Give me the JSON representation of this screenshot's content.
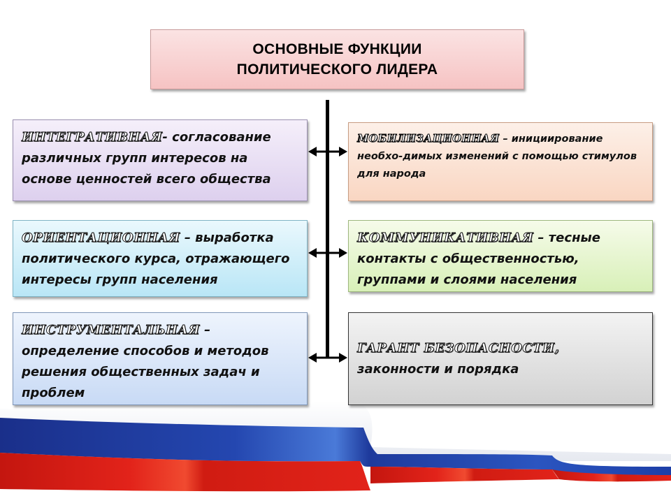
{
  "title": {
    "line1": "ОСНОВНЫЕ ФУНКЦИИ",
    "line2": "ПОЛИТИЧЕСКОГО ЛИДЕРА"
  },
  "functions": {
    "left": [
      {
        "term": "ИНТЕГРАТИВНАЯ",
        "description": "- согласование различных групп интересов на основе ценностей всего общества",
        "color": "#ddd0ee"
      },
      {
        "term": "ОРИЕНТАЦИОННАЯ",
        "description": " – выработка политического курса, отражающего интересы групп населения",
        "color": "#b9e6f6"
      },
      {
        "term": "ИНСТРУМЕНТАЛЬНАЯ",
        "description": " – определение способов и методов решения общественных задач и проблем",
        "color": "#c8daf5"
      }
    ],
    "right": [
      {
        "term": "МОБИЛИЗАЦИОННАЯ",
        "description": " – инициирование необхо-димых изменений с помощью стимулов для народа",
        "color": "#f9d6c2"
      },
      {
        "term": "КОММУНИКАТИВНАЯ",
        "description": " – тесные контакты с общественностью, группами и слоями населения",
        "color": "#d8f0b8"
      },
      {
        "term": "ГАРАНТ БЕЗОПАСНОСТИ,",
        "description": " законности и порядка",
        "color": "#d2d2d2"
      }
    ]
  },
  "background": {
    "flag_colors": {
      "white": "#ffffff",
      "blue": "#1d3fa8",
      "red": "#e2231a"
    }
  }
}
